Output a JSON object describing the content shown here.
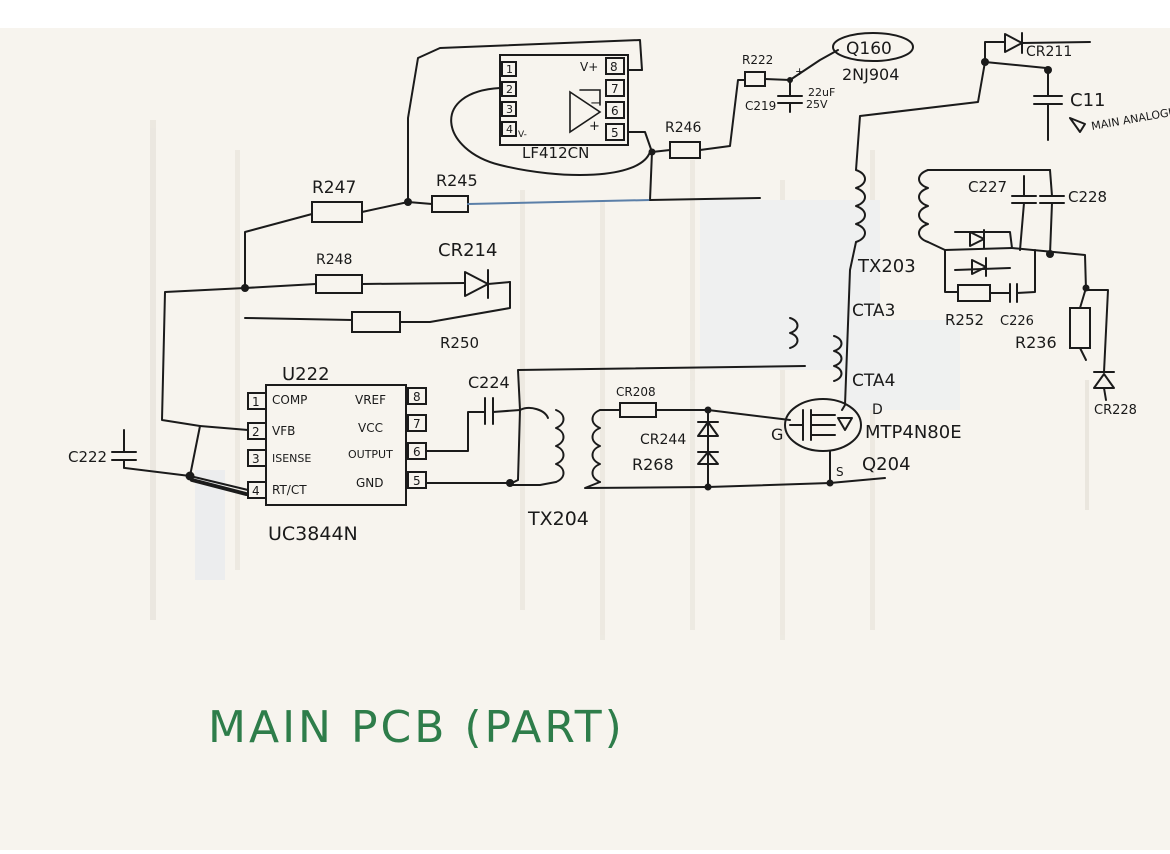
{
  "caption": "MAIN PCB (PART)",
  "colors": {
    "paper": "#f7f4ee",
    "ink": "#1b1b1b",
    "caption_green": "#2e7d4a",
    "blue_ink": "#5b7fa8"
  },
  "components": {
    "q160": "Q160",
    "q160_part": "2NJ904",
    "r222": "R222",
    "c219": "C219",
    "c219_value1": "22uF",
    "c219_value2": "25V",
    "cr211": "CR211",
    "c11": "C11",
    "main_analogue_in": "MAIN ANALOGUE IN",
    "lf412": "LF412CN",
    "r246": "R246",
    "r247": "R247",
    "r245": "R245",
    "r248": "R248",
    "cr214": "CR214",
    "r250": "R250",
    "u222": "U222",
    "uc3844": "UC3844N",
    "c222": "C222",
    "c224": "C224",
    "cr208": "CR208",
    "cr244": "CR244",
    "r268": "R268",
    "tx204": "TX204",
    "tx203": "TX203",
    "cta3": "CTA3",
    "cta4": "CTA4",
    "mosfet": "MTP4N80E",
    "q204": "Q204",
    "c227": "C227",
    "c228": "C228",
    "r252": "R252",
    "c226": "C226",
    "r236": "R236",
    "cr228": "CR228",
    "gate": "G",
    "drain": "D",
    "source": "S"
  },
  "lf412_pins": [
    "1",
    "2",
    "3",
    "4",
    "V+",
    "8",
    "7",
    "6",
    "5",
    "V-"
  ],
  "u222_pins": {
    "p1": "1",
    "p1_name": "COMP",
    "p2": "2",
    "p2_name": "VFB",
    "p3": "3",
    "p3_name": "ISENSE",
    "p4": "4",
    "p4_name": "RT/CT",
    "p8": "8",
    "p8_name": "VREF",
    "p7": "7",
    "p7_name": "VCC",
    "p6": "6",
    "p6_name": "OUTPUT",
    "p5": "5",
    "p5_name": "GND"
  }
}
